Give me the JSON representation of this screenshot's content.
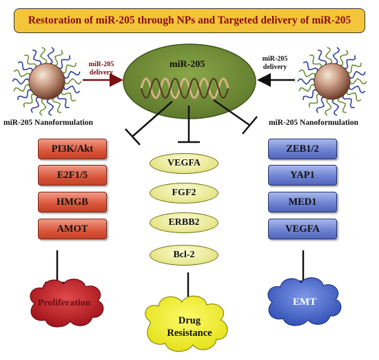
{
  "title": "Restoration of miR-205 through NPs and Targeted delivery of miR-205",
  "center": {
    "label": "miR-205"
  },
  "left_delivery": {
    "line1": "miR-205",
    "line2": "delivery"
  },
  "right_delivery": {
    "line1": "miR-205",
    "line2": "delivery"
  },
  "left_nano_label": "miR-205 Nanoformulation",
  "right_nano_label": "miR-205 Nanoformulation",
  "left_targets": [
    "PI3K/Akt",
    "E2F1/5",
    "HMGB",
    "AMOT"
  ],
  "center_targets": [
    "VEGFA",
    "FGF2",
    "ERBB2",
    "Bcl-2"
  ],
  "right_targets": [
    "ZEB1/2",
    "YAP1",
    "MED1",
    "VEGFA"
  ],
  "outcomes": {
    "left": "Proliferation",
    "center_line1": "Drug",
    "center_line2": "Resistance",
    "right": "EMT"
  },
  "colors": {
    "banner": "#f4c53a",
    "title_text": "#8b0a14",
    "ellipse": "#6f8a35",
    "left_boxes": "#d9563a",
    "center_pills": "#e6e68a",
    "right_boxes": "#6f84d3",
    "proliferation_cloud": "#c4202a",
    "drug_resistance_cloud": "#f0ee2a",
    "emt_cloud": "#4d6fd0"
  }
}
